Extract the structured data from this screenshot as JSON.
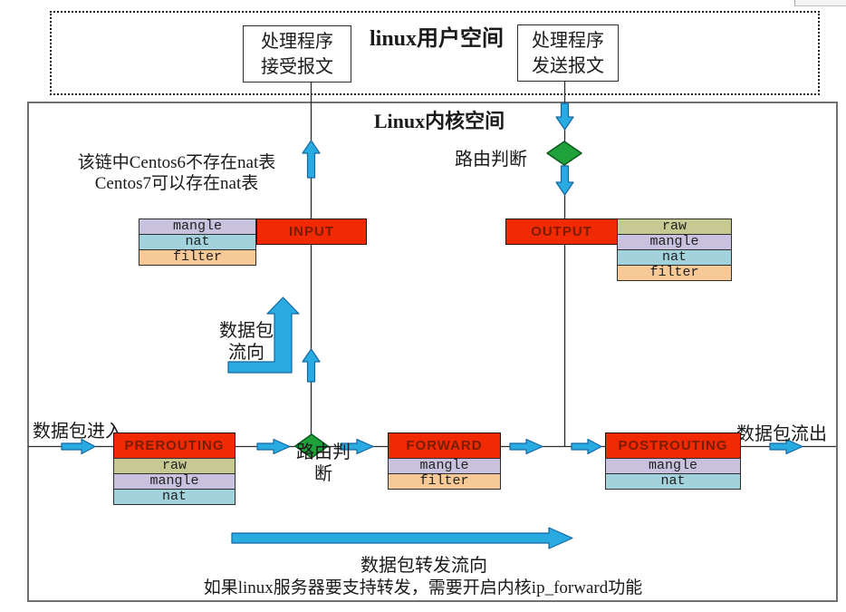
{
  "user_space": {
    "title": "linux用户空间",
    "receive_handler": [
      "处理程序",
      "接受报文"
    ],
    "send_handler": [
      "处理程序",
      "发送报文"
    ]
  },
  "kernel_space": {
    "title": "Linux内核空间",
    "nat_note": [
      "该链中Centos6不存在nat表",
      "Centos7可以存在nat表"
    ],
    "routing_decision_top": "路由判断",
    "routing_decision_bottom": [
      "路由判",
      "断"
    ],
    "packet_in": "数据包进入",
    "packet_out": "数据包流出",
    "packet_flow": [
      "数据包",
      "流向"
    ],
    "forward_flow": "数据包转发流向",
    "forward_note": "如果linux服务器要支持转发，需要开启内核ip_forward功能"
  },
  "chains": {
    "prerouting": {
      "name": "PREROUTING",
      "tables": [
        "raw",
        "mangle",
        "nat"
      ]
    },
    "input": {
      "name": "INPUT",
      "tables": [
        "mangle",
        "nat",
        "filter"
      ]
    },
    "forward": {
      "name": "FORWARD",
      "tables": [
        "mangle",
        "filter"
      ]
    },
    "output": {
      "name": "OUTPUT",
      "tables": [
        "raw",
        "mangle",
        "nat",
        "filter"
      ]
    },
    "postrouting": {
      "name": "POSTROUTING",
      "tables": [
        "mangle",
        "nat"
      ]
    }
  },
  "colors": {
    "chain_box": "#f12a04",
    "chain_text": "#7a1c00",
    "table_raw": "#c6ca92",
    "table_mangle": "#c9c2de",
    "table_nat": "#a2d2dc",
    "table_filter": "#f6c997",
    "arrow_blue": "#29abe2",
    "arrow_border": "#1467a3",
    "diamond_green": "#1fa23c",
    "diamond_border": "#0a5a1e",
    "line": "#2b2b2b",
    "kernel_border": "#707070"
  }
}
